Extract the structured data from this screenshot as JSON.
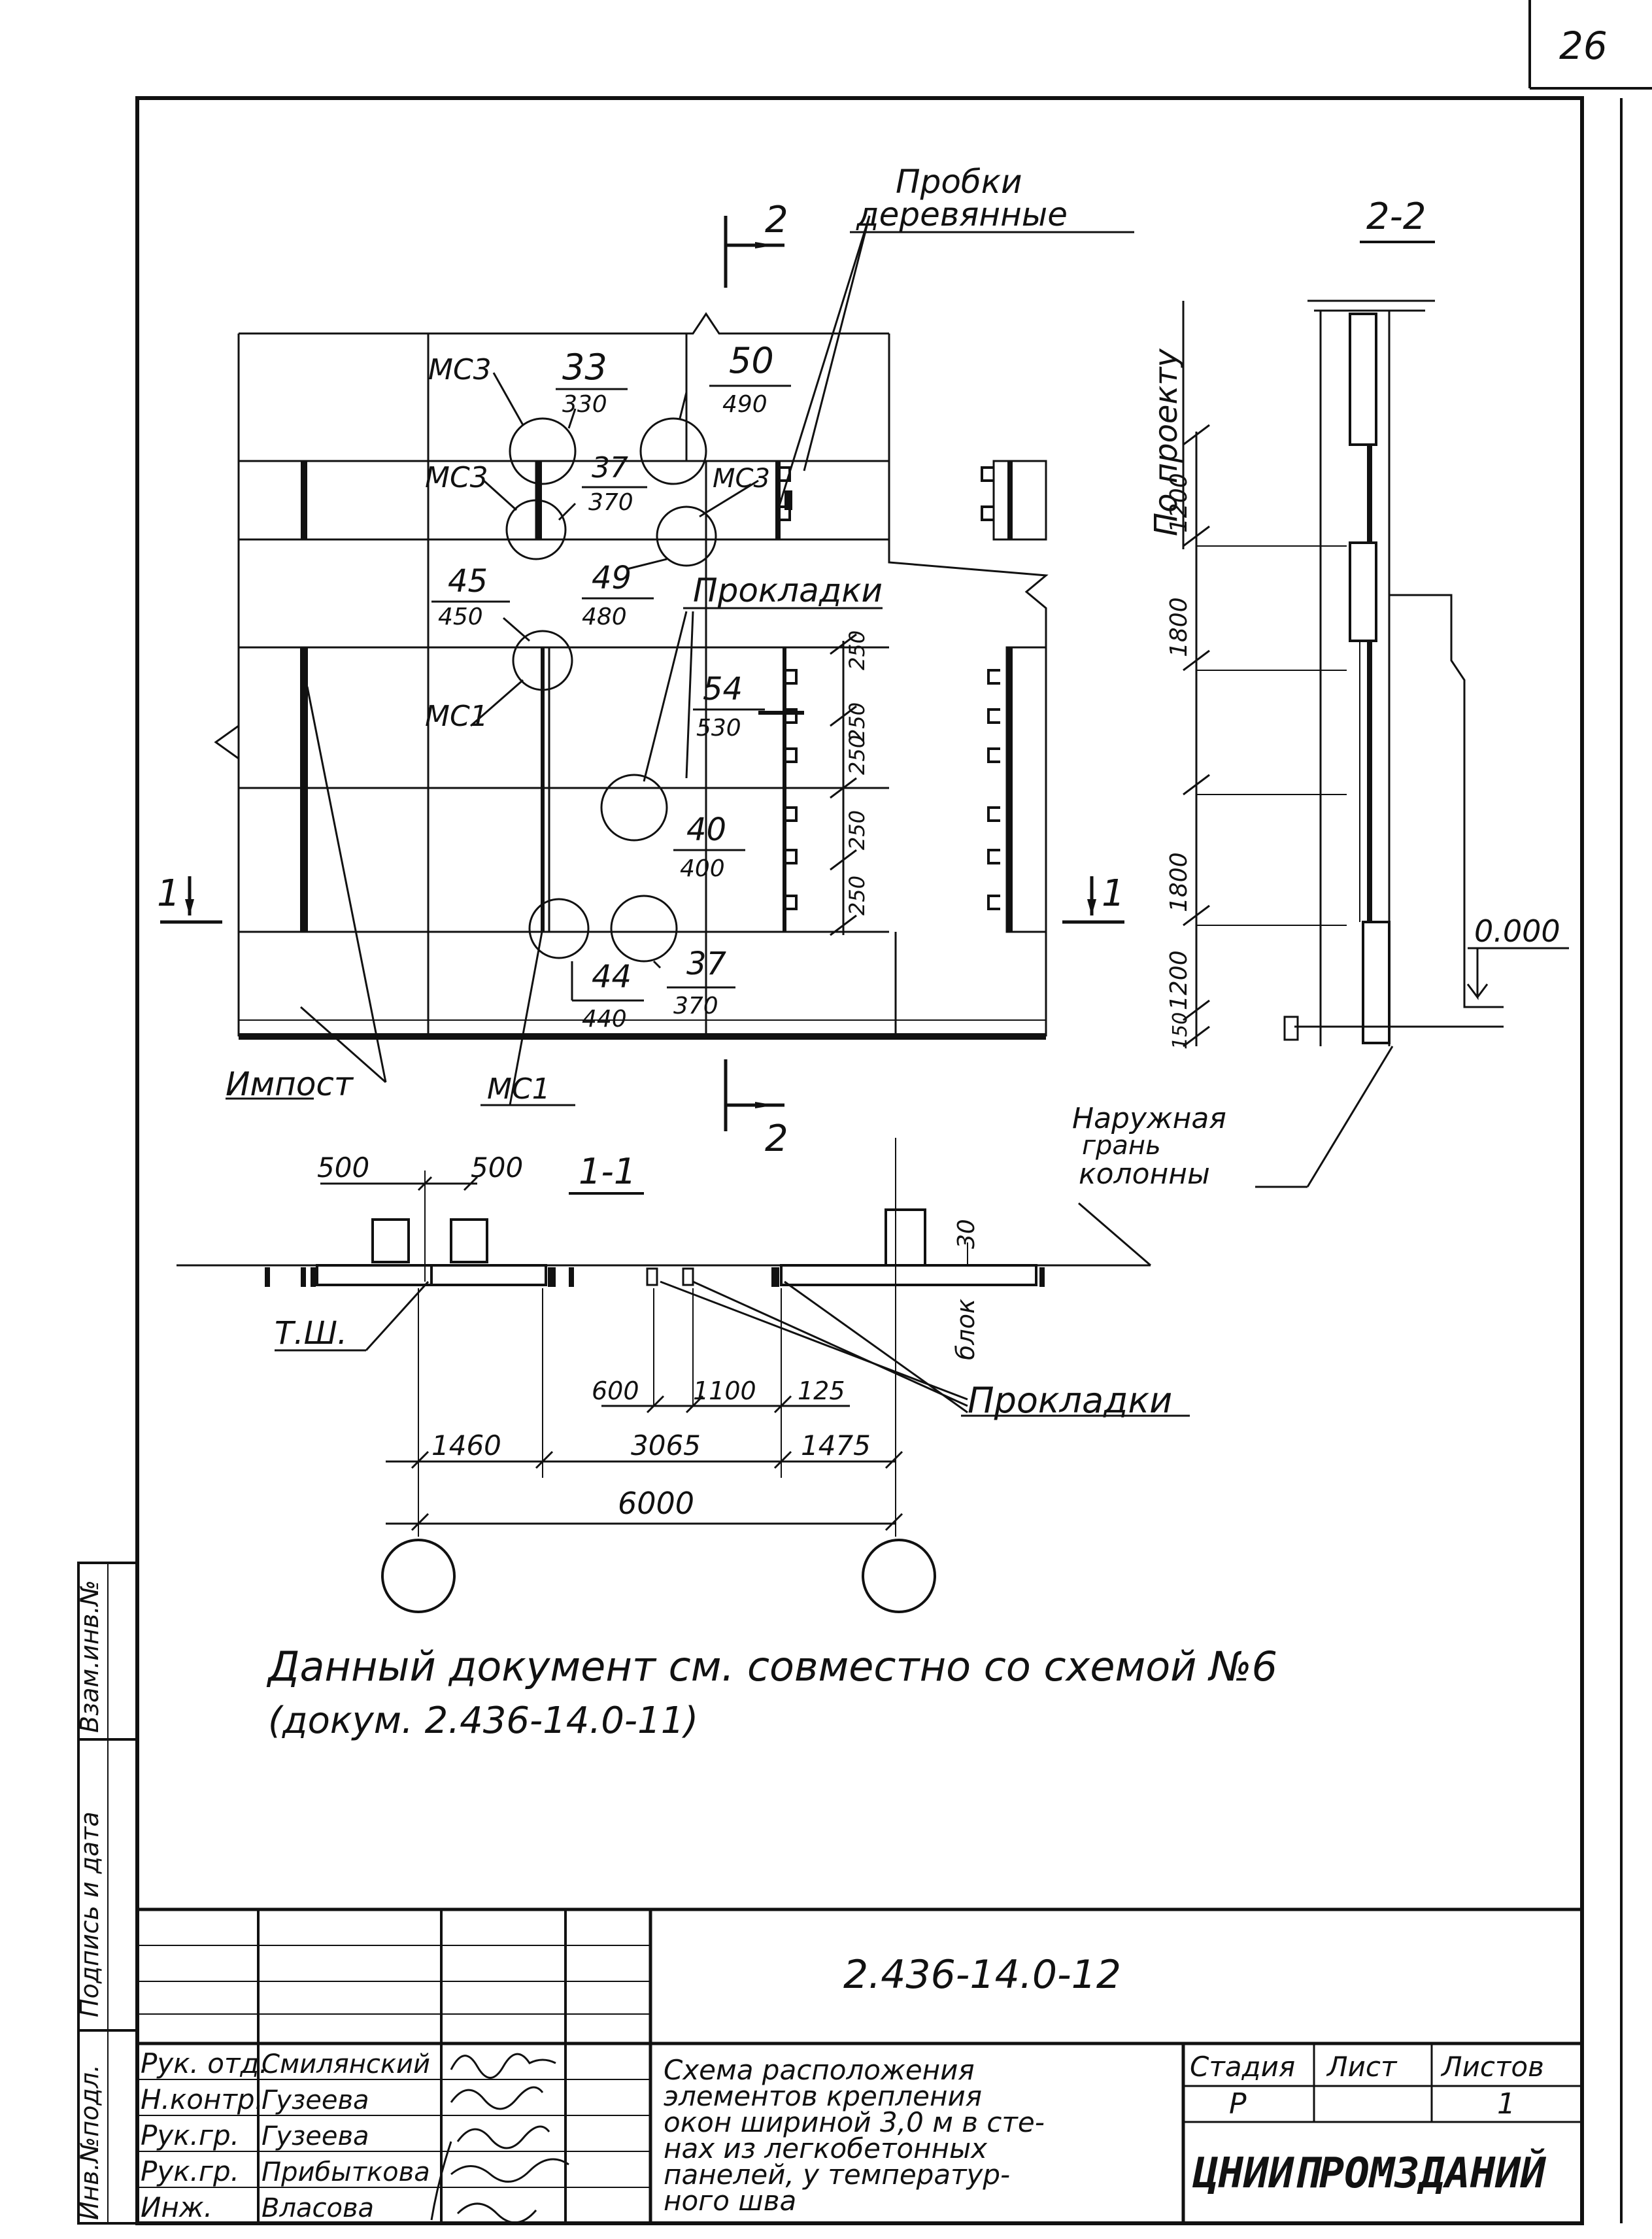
{
  "page_number": "26",
  "drawing": {
    "labels": {
      "wood_plugs_1": "Пробки",
      "wood_plugs_2": "деревянные",
      "section_2_2": "2-2",
      "section_1_1": "1-1",
      "per_project": "По проекту",
      "liners_top": "Прокладки",
      "liners_bottom": "Прокладки",
      "mullion": "Импост",
      "level": "0.000",
      "column_face_1": "Наружная",
      "column_face_2": "грань",
      "column_face_3": "колонны",
      "ts": "Т.Ш.",
      "panel": "блок",
      "cut_2_top": "2",
      "cut_2_bottom": "2",
      "cut_1_left": "1",
      "cut_1_right": "1"
    },
    "marks": {
      "mc3_a": "МС3",
      "mc3_b": "МС3",
      "mc3_c": "МС3",
      "mc1_a": "МС1",
      "mc1_b": "МС1",
      "n33": "33",
      "n330": "330",
      "n50": "50",
      "n490": "490",
      "n37a": "37",
      "n370a": "370",
      "n49": "49",
      "n480": "480",
      "n45": "45",
      "n450": "450",
      "n54": "54",
      "n530": "530",
      "n40": "40",
      "n400": "400",
      "n44": "44",
      "n440": "440",
      "n37b": "37",
      "n370b": "370"
    },
    "dims": {
      "d250_1": "250",
      "d250_2": "250",
      "d250_3": "250",
      "d250_4": "250",
      "d250_5": "250",
      "d1200_top": "1200",
      "d1800_a": "1800",
      "d1800_b": "1800",
      "d1200_bot": "1200",
      "d150": "150",
      "d500_l": "500",
      "d500_r": "500",
      "d30": "30",
      "d600": "600",
      "d1100": "1100",
      "d125": "125",
      "d1460": "1460",
      "d3065": "3065",
      "d1475": "1475",
      "d6000": "6000"
    },
    "note_line1": "Данный документ см. совместно со схемой №6",
    "note_line2": "(докум. 2.436-14.0-11)"
  },
  "side_stamp": {
    "inv_podl": "Инв.№подл.",
    "podpis": "Подпись и дата",
    "vzam": "Взам.инв.№"
  },
  "title_block": {
    "doc_code": "2.436-14.0-12",
    "roles": [
      "Рук. отд.",
      "Н.контр.",
      "Рук.гр.",
      "Рук.гр.",
      "Инж."
    ],
    "names": [
      "Смилянский",
      "Гузеева",
      "Гузеева",
      "Прибыткова",
      "Власова"
    ],
    "title_lines": [
      "Схема расположения",
      "элементов крепления",
      "окон шириной 3,0 м в сте-",
      "нах из легкобетонных",
      "панелей, у температур-",
      "ного шва"
    ],
    "stage_label": "Стадия",
    "sheet_label": "Лист",
    "sheets_label": "Листов",
    "stage_value": "Р",
    "sheets_value": "1",
    "organization": "ЦНИИПРОМЗДАНИЙ"
  }
}
